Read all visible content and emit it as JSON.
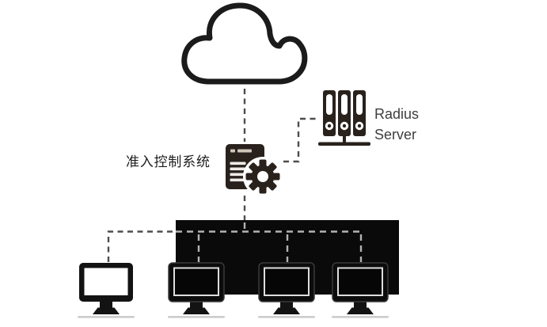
{
  "diagram": {
    "background": "#ffffff",
    "labels": {
      "access_control_system": "准入控制系统",
      "radius_line1": "Radius",
      "radius_line2": "Server"
    },
    "icons": {
      "internet": "cloud-icon",
      "access_control": "document-gear-icon",
      "radius_server": "server-binders-icon",
      "network_switch": "black-switch-box",
      "workstations": [
        "monitor-icon",
        "monitor-icon",
        "monitor-icon",
        "monitor-icon"
      ]
    },
    "colors": {
      "bg": "#ffffff",
      "cloud_stroke": "#1b1b1b",
      "icon_dark": "#29211c",
      "connector_dark": "#4d4d4d",
      "connector_light": "#b3b3b3",
      "switch_fill": "#0a0a0a",
      "label_primary": "#1d1d1d",
      "label_secondary": "#3e3e3e",
      "shadow": "#cccccc",
      "screen_white": "#ffffff",
      "doc_line": "#efece7",
      "doc_head": "#cfc6ba"
    }
  }
}
